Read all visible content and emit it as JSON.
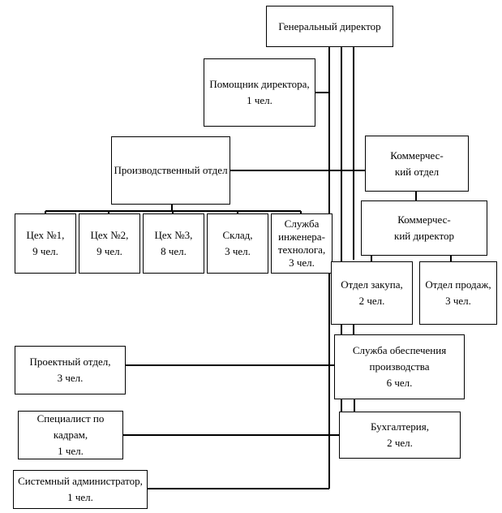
{
  "nodes": {
    "ceo": "Генеральный директор",
    "assistant": "Помощник директора,\n1 чел.",
    "production": "Производственный отдел",
    "commercial_dept": "Коммерчес-\nкий отдел",
    "commercial_director": "Коммерчес-\nкий директор",
    "shop1": "Цех №1,\n9 чел.",
    "shop2": "Цех №2,\n9 чел.",
    "shop3": "Цех №3,\n8 чел.",
    "warehouse": "Склад,\n3 чел.",
    "engineering": "Служба\nинженера-\nтехнолога,\n3 чел.",
    "purchasing": "Отдел закупа,\n2 чел.",
    "sales": "Отдел продаж,\n3 чел.",
    "supply": "Служба обеспечения\nпроизводства\n6 чел.",
    "design": "Проектный отдел,\n3 чел.",
    "hr": "Специалист по кадрам,\n1 чел.",
    "accounting": "Бухгалтерия,\n2 чел.",
    "sysadmin": "Системный администратор,\n1 чел."
  }
}
